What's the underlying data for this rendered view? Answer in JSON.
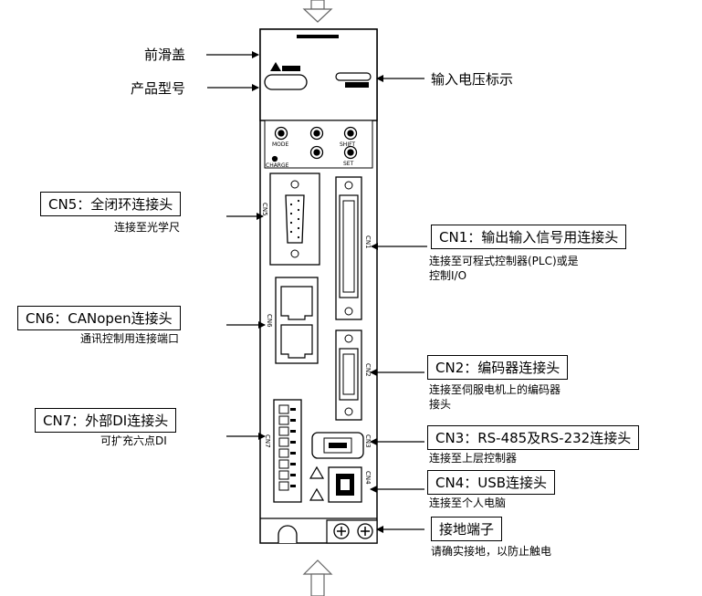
{
  "labels": {
    "front_cover": "前滑盖",
    "model": "产品型号",
    "voltage": "输入电压标示",
    "cn5_title": "CN5：全闭环连接头",
    "cn5_desc": "连接至光学尺",
    "cn6_title": "CN6：CANopen连接头",
    "cn6_desc": "通讯控制用连接端口",
    "cn7_title": "CN7：外部DI连接头",
    "cn7_desc": "可扩充六点DI",
    "cn1_title": "CN1：输出输入信号用连接头",
    "cn1_desc_1": "连接至可程式控制器(PLC)或是",
    "cn1_desc_2": "控制I/O",
    "cn2_title": "CN2：编码器连接头",
    "cn2_desc_1": "连接至伺服电机上的编码器",
    "cn2_desc_2": "接头",
    "cn3_title": "CN3：RS-485及RS-232连接头",
    "cn3_desc": "连接至上层控制器",
    "cn4_title": "CN4：USB连接头",
    "cn4_desc": "连接至个人电脑",
    "ground_title": "接地端子",
    "ground_desc": "请确实接地，以防止触电"
  },
  "device": {
    "cn5": "CN5",
    "cn6": "CN6",
    "cn7": "CN7",
    "cn1": "CN1",
    "cn2": "CN2",
    "cn3": "CN3",
    "cn4": "CN4",
    "mode": "MODE",
    "shift": "SHIFT",
    "set": "SET",
    "charge": "CHARGE"
  }
}
